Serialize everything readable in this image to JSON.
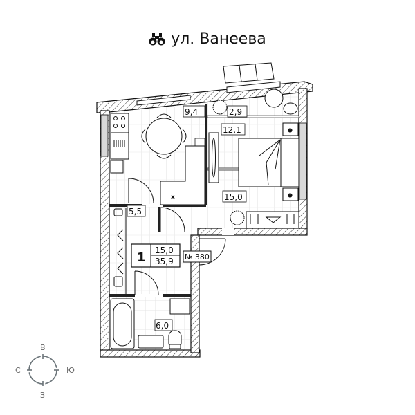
{
  "header": {
    "street_icon": "binoculars-icon",
    "street_name": "ул. Ванеева"
  },
  "rooms": [
    {
      "id": "kitchen",
      "area": "9,4"
    },
    {
      "id": "balcony",
      "area": "2,9"
    },
    {
      "id": "hall-top",
      "area": "12,1"
    },
    {
      "id": "bedroom",
      "area": "15,0"
    },
    {
      "id": "hallway",
      "area": "5,5"
    },
    {
      "id": "bathroom",
      "area": "6,0"
    }
  ],
  "summary": {
    "rooms_count": "1",
    "living_area": "15,0",
    "total_area": "35,9"
  },
  "apartment_number": "№ 380",
  "compass": {
    "top": "В",
    "left": "С",
    "right": "Ю",
    "bottom": "З"
  },
  "colors": {
    "wall": "#111111",
    "floor_line": "#d6d6d6",
    "compass": "#6a7378"
  }
}
